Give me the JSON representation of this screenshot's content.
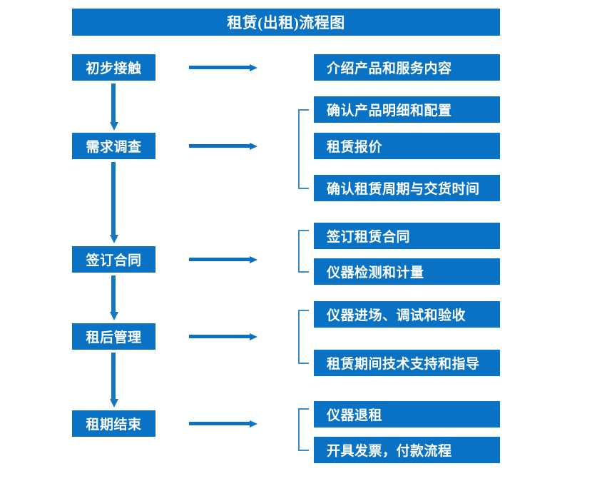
{
  "diagram": {
    "title": "租赁(出租)流程图",
    "accent_color": "#0a72c4",
    "bracket_color": "#3c8ccb",
    "arrow_color": "#1577c0",
    "type": "flowchart"
  },
  "stages": [
    {
      "label": "初步接触"
    },
    {
      "label": "需求调查"
    },
    {
      "label": "签订合同"
    },
    {
      "label": "租后管理"
    },
    {
      "label": "租期结束"
    }
  ],
  "details": [
    {
      "label": "介绍产品和服务内容"
    },
    {
      "label": "确认产品明细和配置"
    },
    {
      "label": "租赁报价"
    },
    {
      "label": "确认租赁周期与交货时间"
    },
    {
      "label": "签订租赁合同"
    },
    {
      "label": "仪器检测和计量"
    },
    {
      "label": "仪器进场、调试和验收"
    },
    {
      "label": "租赁期间技术支持和指导"
    },
    {
      "label": "仪器退租"
    },
    {
      "label": "开具发票，付款流程"
    }
  ]
}
